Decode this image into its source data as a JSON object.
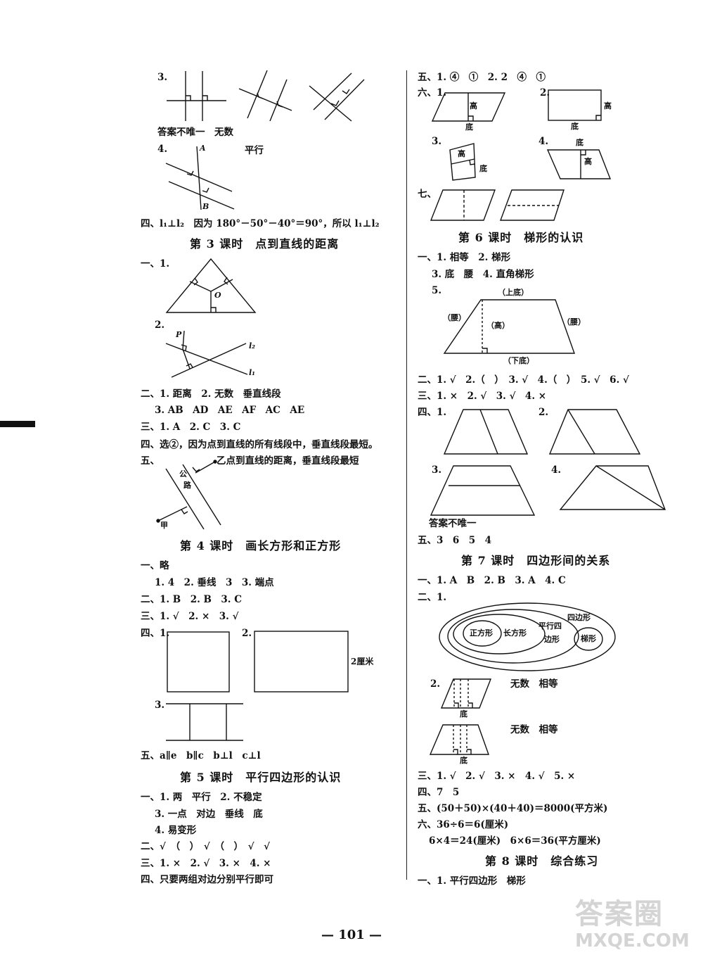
{
  "left": {
    "l1": "3.",
    "l2": "答案不唯一　无数",
    "l3a": "4.",
    "l3b": "平行",
    "l4": "四、l₁⊥l₂　因为 180°－50°－40°＝90°，所以 l₁⊥l₂",
    "h3": "第 3 课时　点到直线的距离",
    "l5": "一、1.",
    "l6": "2.",
    "l7": "二、1. 距离　2. 无数　垂直线段",
    "l8": "3. AB　AD　AE　AF　AC　AE",
    "l9": "三、1. A　2. C　3. C",
    "l10": "四、选②，因为点到直线的所有线段中，垂直线段最短。",
    "l11a": "五、",
    "l11b": "乙点到直线的距离，垂直线段最短",
    "h4": "第 4 课时　画长方形和正方形",
    "l12": "一、略",
    "l13": "1. 4　2. 垂线　3　3. 端点",
    "l14": "二、1. B　2. B　3. C",
    "l15": "三、1. √　2. ×　3. √",
    "l16a": "四、1.",
    "l16b": "2.",
    "l16c": "2厘米",
    "l17": "3.",
    "l18": "五、a∥e　b∥c　b⊥l　c⊥l",
    "h5": "第 5 课时　平行四边形的认识",
    "l19": "一、1. 两　平行　2. 不稳定",
    "l20": "3. 一点　对边　垂线　底",
    "l21": "4. 易变形",
    "l22": "二、√　（　）　√　（　）　√　√",
    "l23": "三、1. ×　2. √　3. ×　4. ×",
    "l24": "四、只要两组对边分别平行即可"
  },
  "right": {
    "r1": "五、1. ④　①　2. 2　④　①",
    "r2a": "六、1.",
    "r2b": "2.",
    "r3a": "3.",
    "r3b": "4.",
    "r4": "七、",
    "h6": "第 6 课时　梯形的认识",
    "r5": "一、1. 相等　2. 梯形",
    "r6": "3. 底　腰　4. 直角梯形",
    "r7": "5.",
    "r8": "二、1. √　2.（　）　3. √　4.（　）　5. √　6. √",
    "r9": "三、1. ×　2. √　3. √　4. ×",
    "r10a": "四、1.",
    "r10b": "2.",
    "r11a": "3.",
    "r11b": "4.",
    "r12": "答案不唯一",
    "r13": "五、3　6　5　4",
    "h7": "第 7 课时　四边形间的关系",
    "r14": "一、1. A　B　2. B　3. A　4. C",
    "r15": "二、1.",
    "r16a": "2.",
    "r16b": "无数　相等",
    "r17": "无数　相等",
    "r18": "三、1. √　2. √　3. ×　4. √　5. ×",
    "r19": "四、7　5",
    "r20": "五、(50＋50)×(40＋40)＝8000(平方米)",
    "r21": "六、36÷6＝6(厘米)",
    "r22": "6×4＝24(厘米)　6×6＝36(平方厘米)",
    "h8": "第 8 课时　综合练习",
    "r23": "一、1. 平行四边形　梯形"
  },
  "figures": {
    "gao": "高",
    "di": "底",
    "shangdi": "（上底）",
    "xiadi": "（下底）",
    "yao": "（腰）",
    "gao_paren": "（高）",
    "A": "A",
    "B": "B",
    "O": "O",
    "P": "P",
    "l1": "l₁",
    "l2": "l₂",
    "gonglu": [
      "公",
      "路"
    ],
    "jia": "甲",
    "euler": [
      "正方形",
      "长方形",
      "平行四",
      "边形",
      "四边形",
      "梯形"
    ]
  },
  "page_number": "— 101 —",
  "watermark": {
    "line1": "答案圈",
    "line2": "MXQE.COM"
  }
}
